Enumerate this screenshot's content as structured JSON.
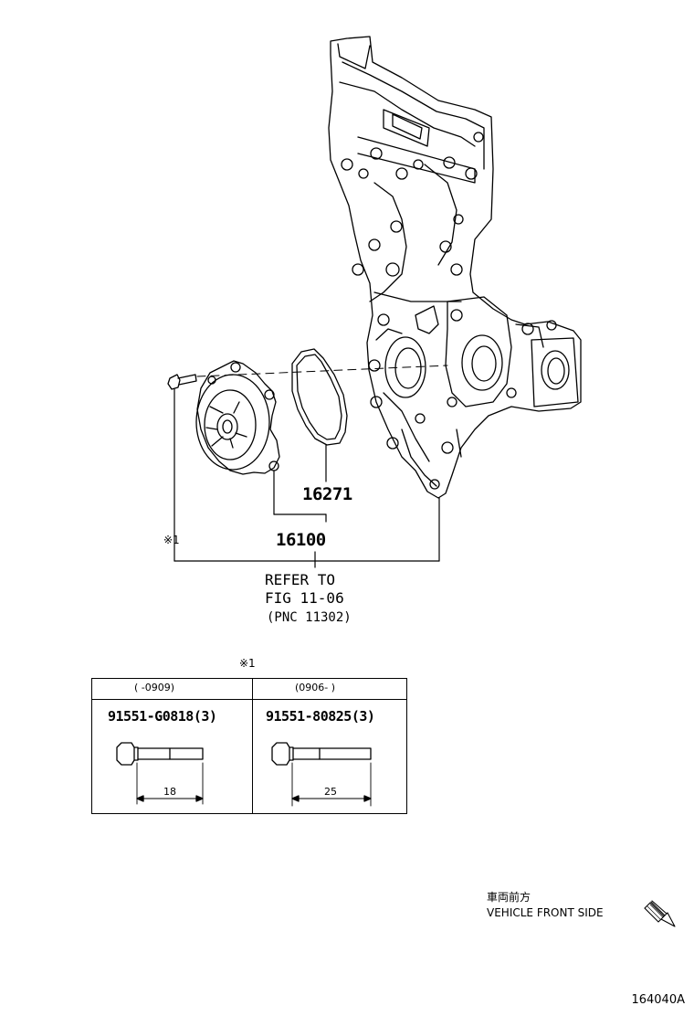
{
  "parts": {
    "gasket": "16271",
    "pump_assy": "16100"
  },
  "reference": {
    "line1": "REFER TO",
    "line2": "FIG 11-06",
    "line3": "(PNC 11302)"
  },
  "note_mark": "※1",
  "bolt_table": {
    "mark": "※1",
    "columns": [
      {
        "period": "(    -0909)",
        "part_no": "91551-G0818(3)",
        "length": "18"
      },
      {
        "period": "(0906-     )",
        "part_no": "91551-80825(3)",
        "length": "25"
      }
    ]
  },
  "orientation": {
    "japanese": "車両前方",
    "english": "VEHICLE FRONT SIDE",
    "icon": "arrow-down-right-icon"
  },
  "figure_code": "164040A"
}
